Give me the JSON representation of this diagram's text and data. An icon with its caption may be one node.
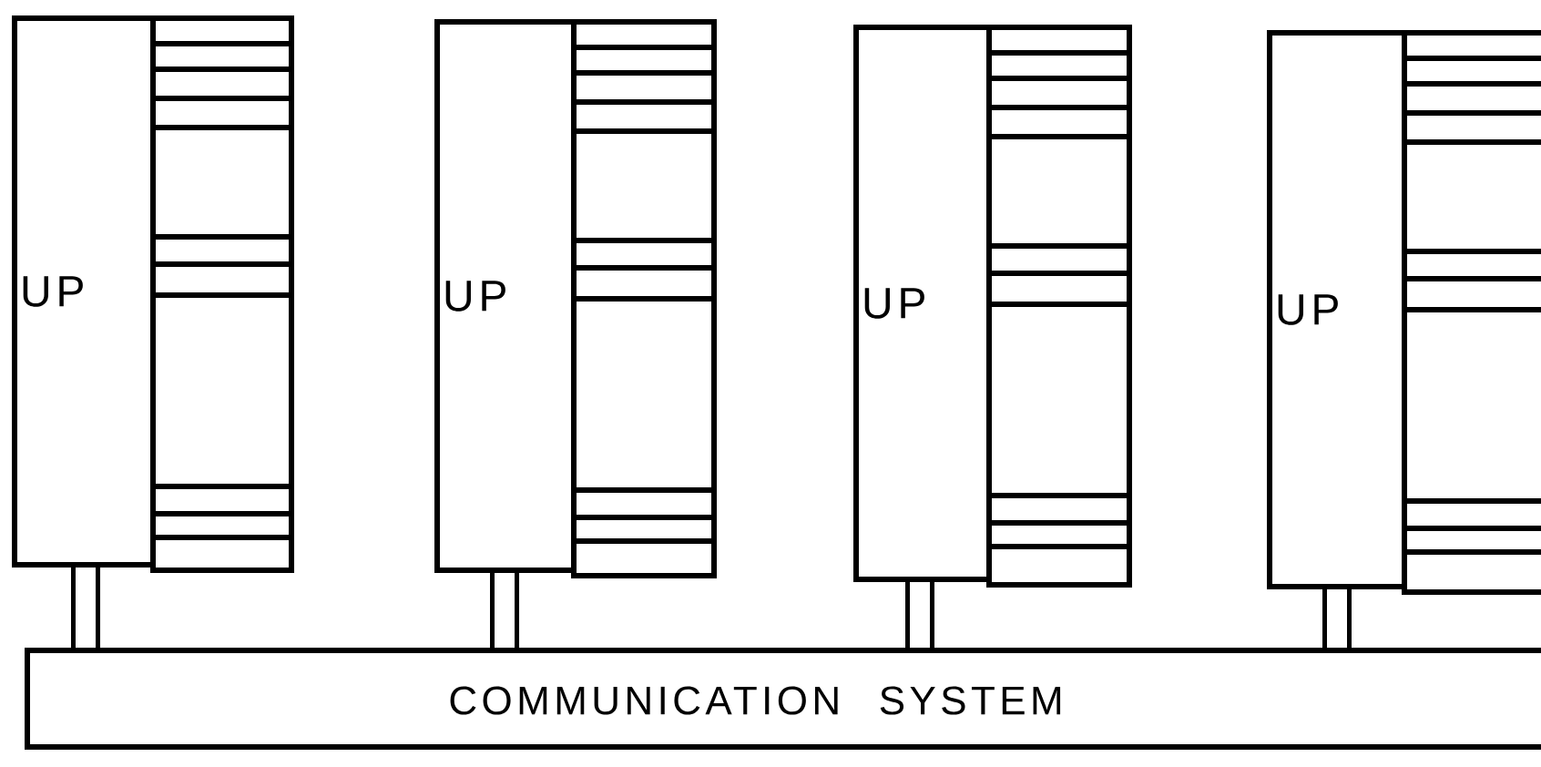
{
  "diagram": {
    "nodes": [
      {
        "text": [
          "COMMUNICATION SYSTEM"
        ]
      },
      {
        "text": [
          "UP"
        ]
      },
      {
        "text": [
          "UP"
        ]
      },
      {
        "text": [
          "UP"
        ]
      },
      {
        "text": [
          "UP"
        ]
      }
    ],
    "edges": [
      {
        "from": 1,
        "to": 0,
        "arrow": "none"
      },
      {
        "from": 2,
        "to": 0,
        "arrow": "none"
      },
      {
        "from": 3,
        "to": 0,
        "arrow": "none"
      },
      {
        "from": 4,
        "to": 0,
        "arrow": "none"
      }
    ]
  }
}
